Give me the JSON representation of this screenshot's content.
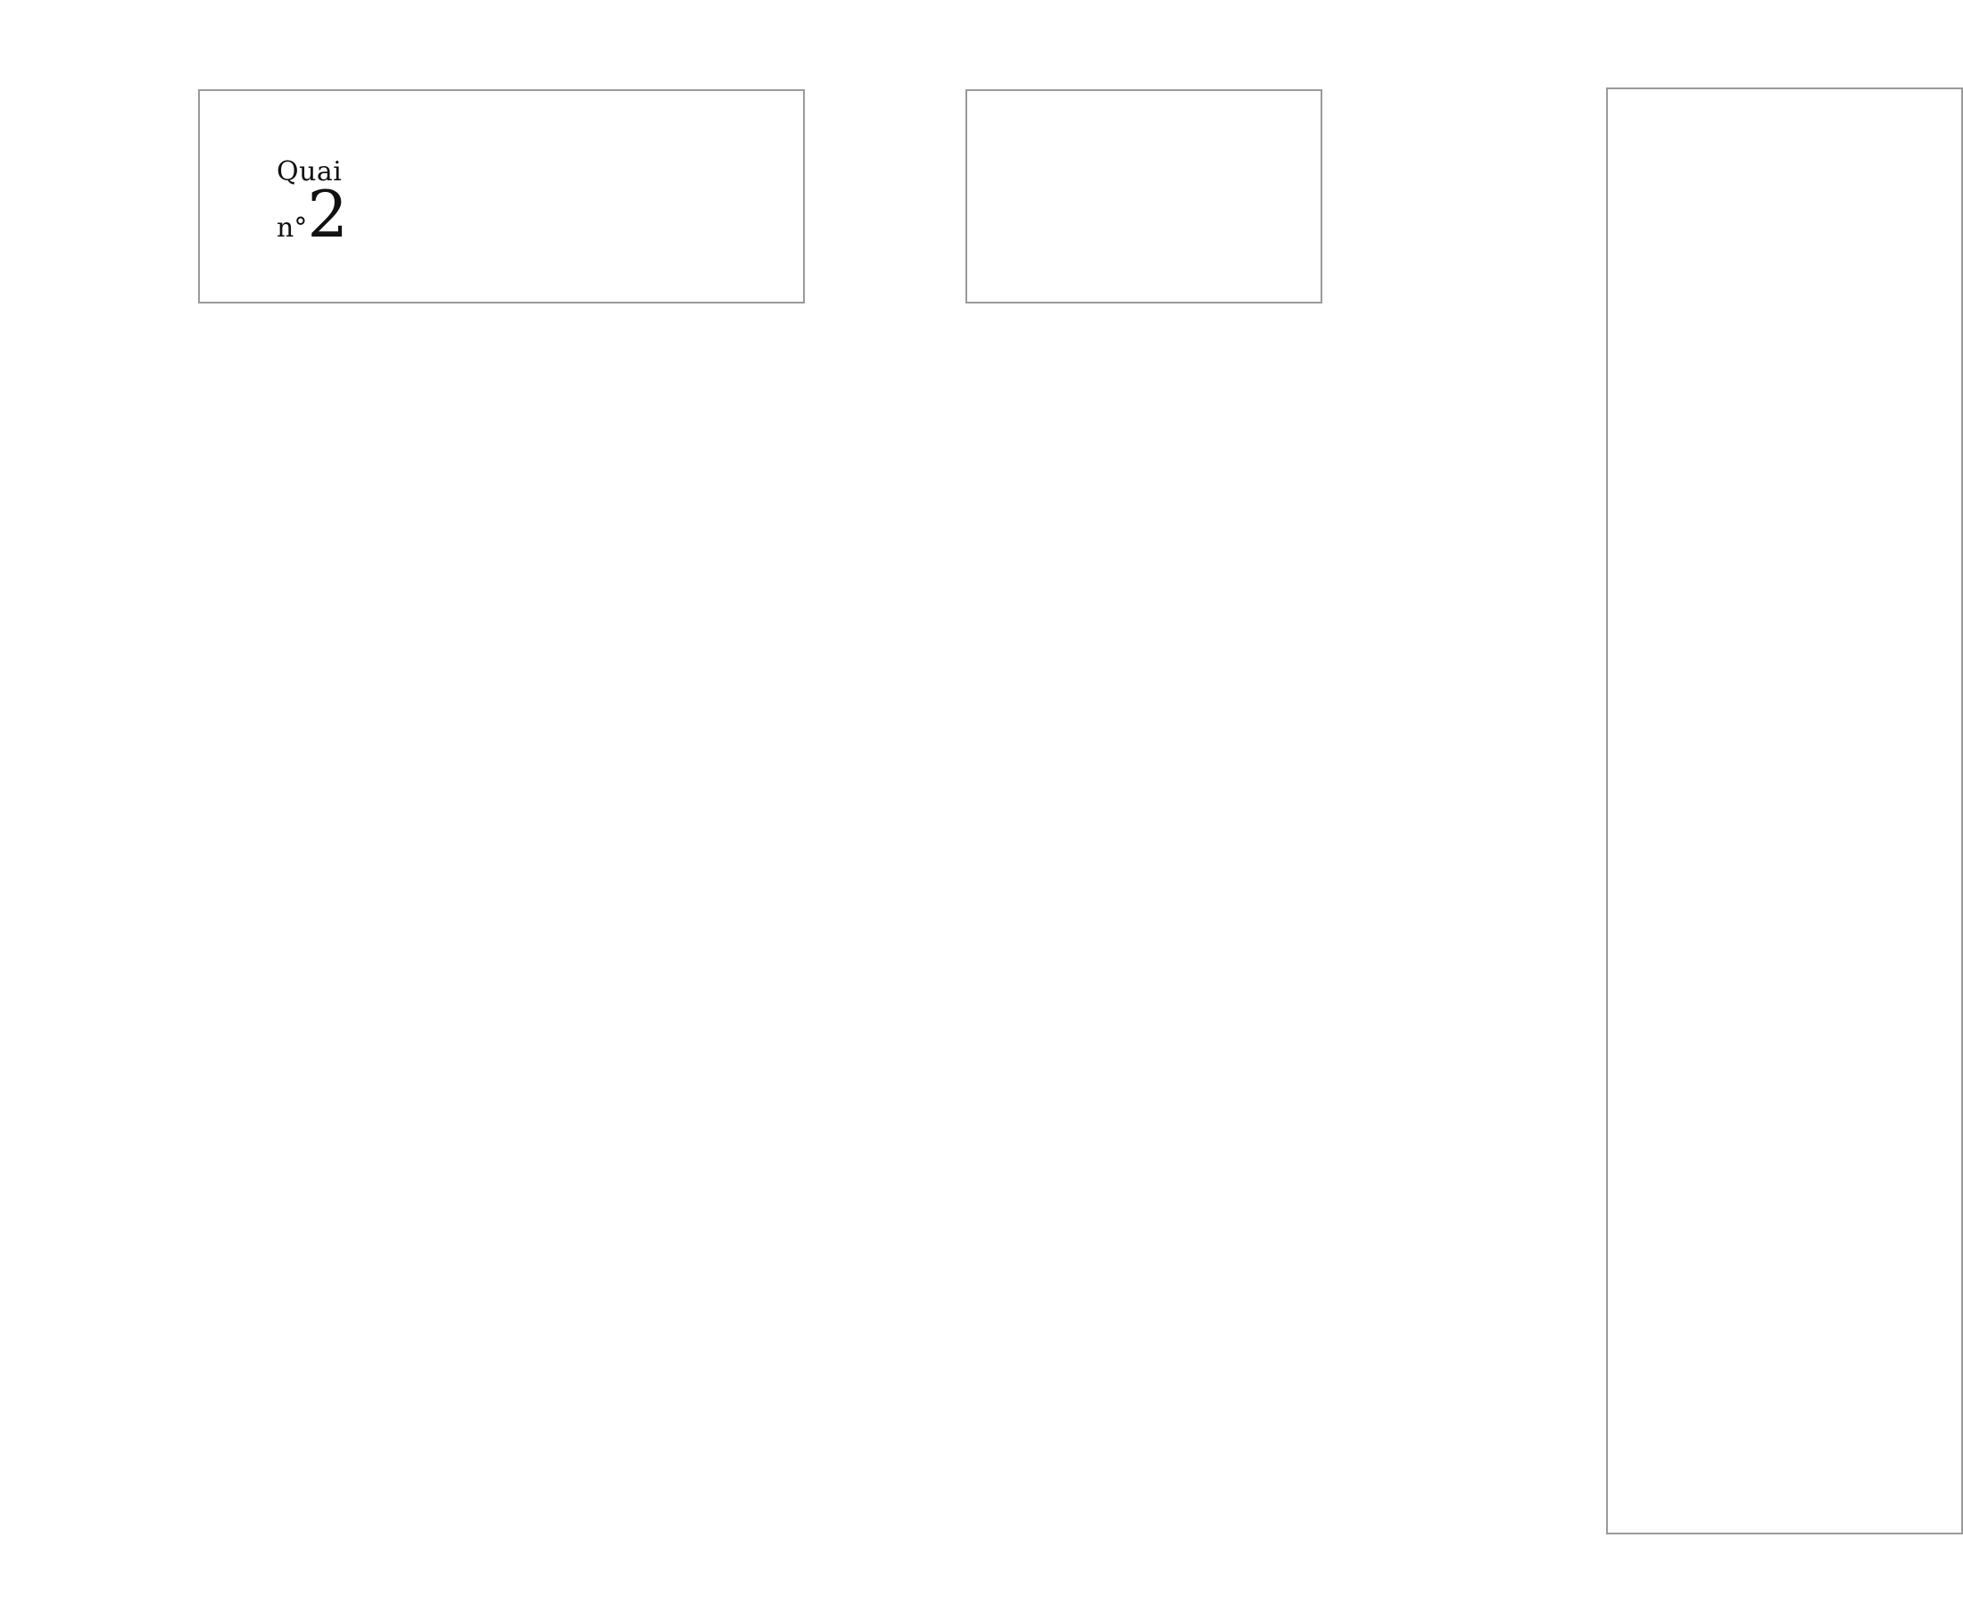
{
  "quai": {
    "word": "Quai",
    "prefix": "n°",
    "number": "2"
  },
  "colors": {
    "background": "#ffffff",
    "panel_border": "#9a9a9a",
    "text": "#111111"
  }
}
